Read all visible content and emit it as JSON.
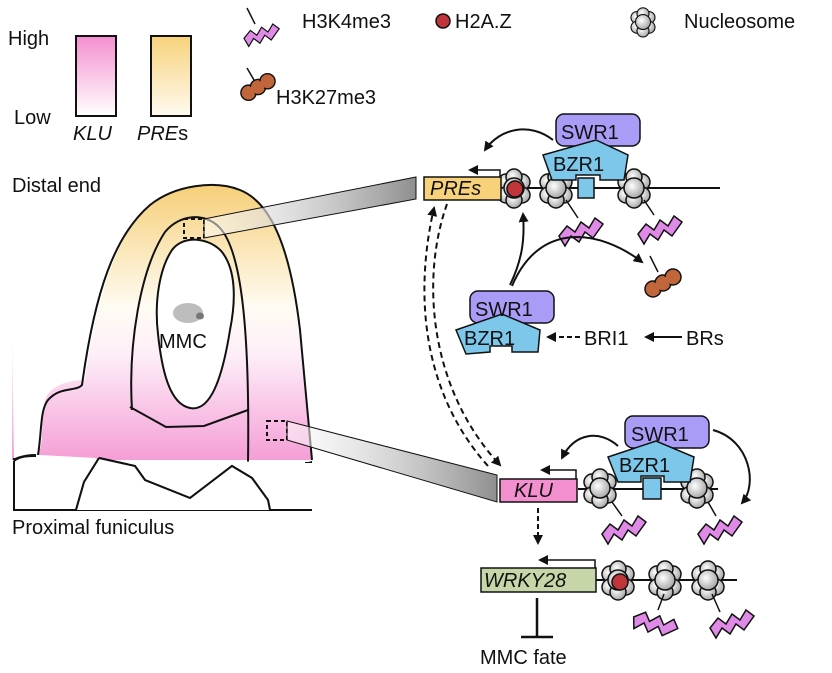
{
  "legend": {
    "scale_high": "High",
    "scale_low": "Low",
    "bar_klu": "KLU",
    "bar_pres_main": "PRE",
    "bar_pres_suffix": "s",
    "h3k4me3": "H3K4me3",
    "h2az": "H2A.Z",
    "nucleosome": "Nucleosome",
    "h3k27me3": "H3K27me3"
  },
  "ovule": {
    "distal_label": "Distal end",
    "proximal_label": "Proximal funiculus",
    "mmc_label": "MMC"
  },
  "genes": {
    "pres_main": "PRE",
    "pres_suffix": "s",
    "klu": "KLU",
    "wrky28": "WRKY28"
  },
  "proteins": {
    "swr1": "SWR1",
    "bzr1": "BZR1"
  },
  "signaling": {
    "bri1": "BRI1",
    "brs": "BRs"
  },
  "outcome": {
    "mmc_fate": "MMC fate"
  },
  "colors": {
    "klu_pink": "#f48fcf",
    "pres_gold": "#f7d27a",
    "wrky_green": "#c6d6a8",
    "swr1_purple": "#a99cf7",
    "bzr1_blue": "#7cc7ea",
    "h3k4me3_violet": "#df8ae6",
    "h2az_red": "#c0353a",
    "h3k27me3_brown": "#c0663a"
  }
}
